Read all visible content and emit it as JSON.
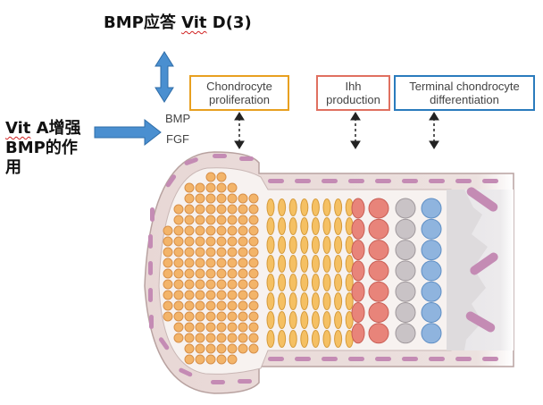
{
  "annotations": {
    "vitd": {
      "prefix": "BMP应答 ",
      "underlined": "Vit",
      "suffix": " D(3)"
    },
    "vita": {
      "underlined": "Vit",
      "line1_rest": " A增强",
      "line2": "BMP的作",
      "line3": "用"
    }
  },
  "signals": {
    "bmp": "BMP",
    "fgf": "FGF"
  },
  "boxes": {
    "proliferation": {
      "line1": "Chondrocyte",
      "line2": "proliferation",
      "color": "#e8a020"
    },
    "ihh": {
      "line1": "Ihh",
      "line2": "production",
      "color": "#e07060"
    },
    "terminal": {
      "line1": "Terminal chondrocyte",
      "line2": "differentiation",
      "color": "#2a7bbd"
    }
  },
  "colors": {
    "arrow_blue": "#4a8fd0",
    "round_cell": "#f3b469",
    "flat_cell": "#f5c063",
    "prehypertrophic": "#e8847a",
    "hypertrophic_gray": "#c9c3c6",
    "hypertrophic_blue": "#8fb4de",
    "perichondrium": "#e6d5d3",
    "marrow": "#ecebed",
    "pink_marks": "#c48bb4"
  }
}
